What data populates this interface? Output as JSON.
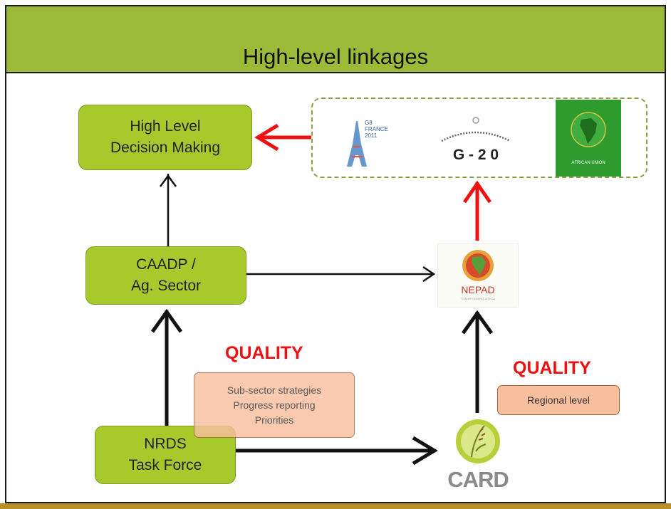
{
  "slide": {
    "title": "High-level linkages"
  },
  "nodes": {
    "high_level": {
      "line1": "High Level",
      "line2": "Decision Making"
    },
    "caadp": {
      "line1": "CAADP /",
      "line2": "Ag. Sector"
    },
    "nrds": {
      "line1": "NRDS",
      "line2": "Task Force"
    }
  },
  "quality_labels": {
    "left": "QUALITY",
    "right": "QUALITY"
  },
  "notes": {
    "sub_sector": [
      "Sub-sector strategies",
      "Progress reporting",
      "Priorities"
    ],
    "regional": "Regional level"
  },
  "logos": {
    "g8": {
      "icon": "eiffel-tower-icon",
      "line1": "G8",
      "line2": "FRANCE",
      "line3": "2011"
    },
    "g20": {
      "icon": "g20-logo",
      "text": "G - 2 0"
    },
    "african_union": {
      "icon": "africa-map-icon",
      "text": "AFRICAN UNION"
    },
    "nepad": {
      "icon": "africa-globe-icon",
      "text": "NEPAD",
      "tagline": "TRANSFORMING AFRICA"
    },
    "card": {
      "icon": "rice-plant-icon",
      "text": "CARD"
    }
  },
  "colors": {
    "header_green": "#9bbb38",
    "box_green": "#a8c92c",
    "note_orange": "#f8bf9e",
    "highlight_red": "#ee1111",
    "bottom_bar": "#b8902a"
  }
}
